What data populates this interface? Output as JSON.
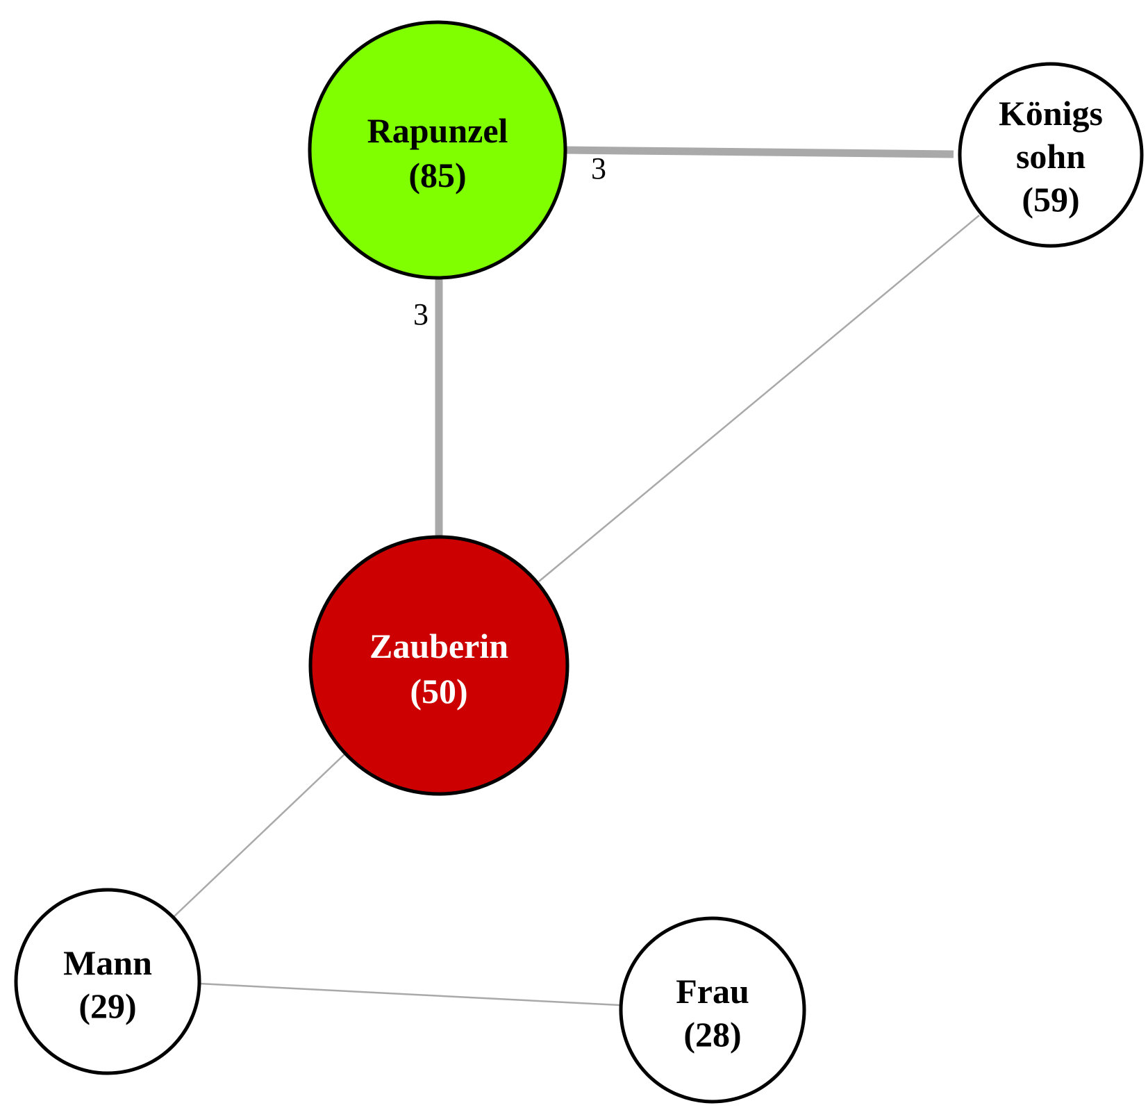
{
  "colors": {
    "edge": "#a9a9a9",
    "rapunzel_fill": "#80ff00",
    "zauberin_fill": "#cc0000",
    "default_fill": "#ffffff",
    "outline": "#000000"
  },
  "nodes": {
    "rapunzel": {
      "lines": [
        "Rapunzel",
        "(85)"
      ],
      "value": 85
    },
    "koenigssohn": {
      "lines": [
        "Königs",
        "sohn",
        "(59)"
      ],
      "value": 59
    },
    "zauberin": {
      "lines": [
        "Zauberin",
        "(50)"
      ],
      "value": 50
    },
    "mann": {
      "lines": [
        "Mann",
        "(29)"
      ],
      "value": 29
    },
    "frau": {
      "lines": [
        "Frau",
        "(28)"
      ],
      "value": 28
    }
  },
  "edges": [
    {
      "from": "Rapunzel",
      "to": "Königssohn",
      "weight": 3,
      "label": "3"
    },
    {
      "from": "Rapunzel",
      "to": "Zauberin",
      "weight": 3,
      "label": "3"
    },
    {
      "from": "Königssohn",
      "to": "Zauberin",
      "weight": 1,
      "label": ""
    },
    {
      "from": "Zauberin",
      "to": "Mann",
      "weight": 1,
      "label": ""
    },
    {
      "from": "Mann",
      "to": "Frau",
      "weight": 1,
      "label": ""
    }
  ]
}
